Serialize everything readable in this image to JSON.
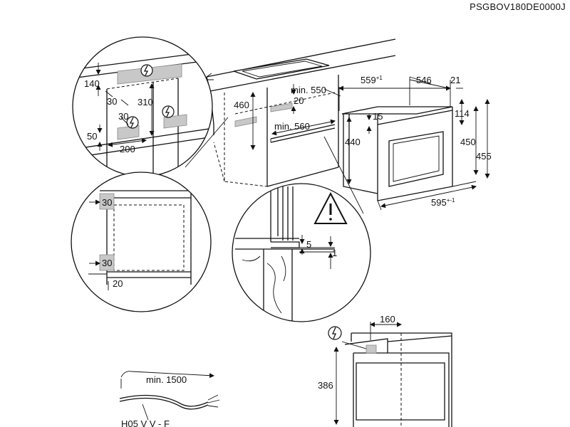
{
  "code": "PSGBOV180DE0000J",
  "hazard_symbol": "lightning-in-circle-icon",
  "warning_symbol": "warning-triangle-icon",
  "cabinet_detail": {
    "d140": "140",
    "d30a": "30",
    "d310": "310",
    "d30b": "30",
    "d50": "50",
    "d200": "200"
  },
  "cabinet": {
    "min550": "min. 550",
    "d20": "20",
    "d460": "460",
    "min560": "min. 560"
  },
  "oven_dims": {
    "depth_value": "559",
    "depth_tol": "+1",
    "d546": "546",
    "d21": "21",
    "d15": "15",
    "d114": "114",
    "d440": "440",
    "d450": "450",
    "d455": "455",
    "width_value": "595",
    "width_tol": "+-1"
  },
  "side_detail": {
    "d30_top": "30",
    "d30_bottom": "30",
    "d20": "20"
  },
  "edge_detail": {
    "d5": "5",
    "d1": "1"
  },
  "front_view": {
    "d160": "160",
    "d386": "386"
  },
  "cable": {
    "length": "min. 1500",
    "type": "H05 V V - F"
  }
}
